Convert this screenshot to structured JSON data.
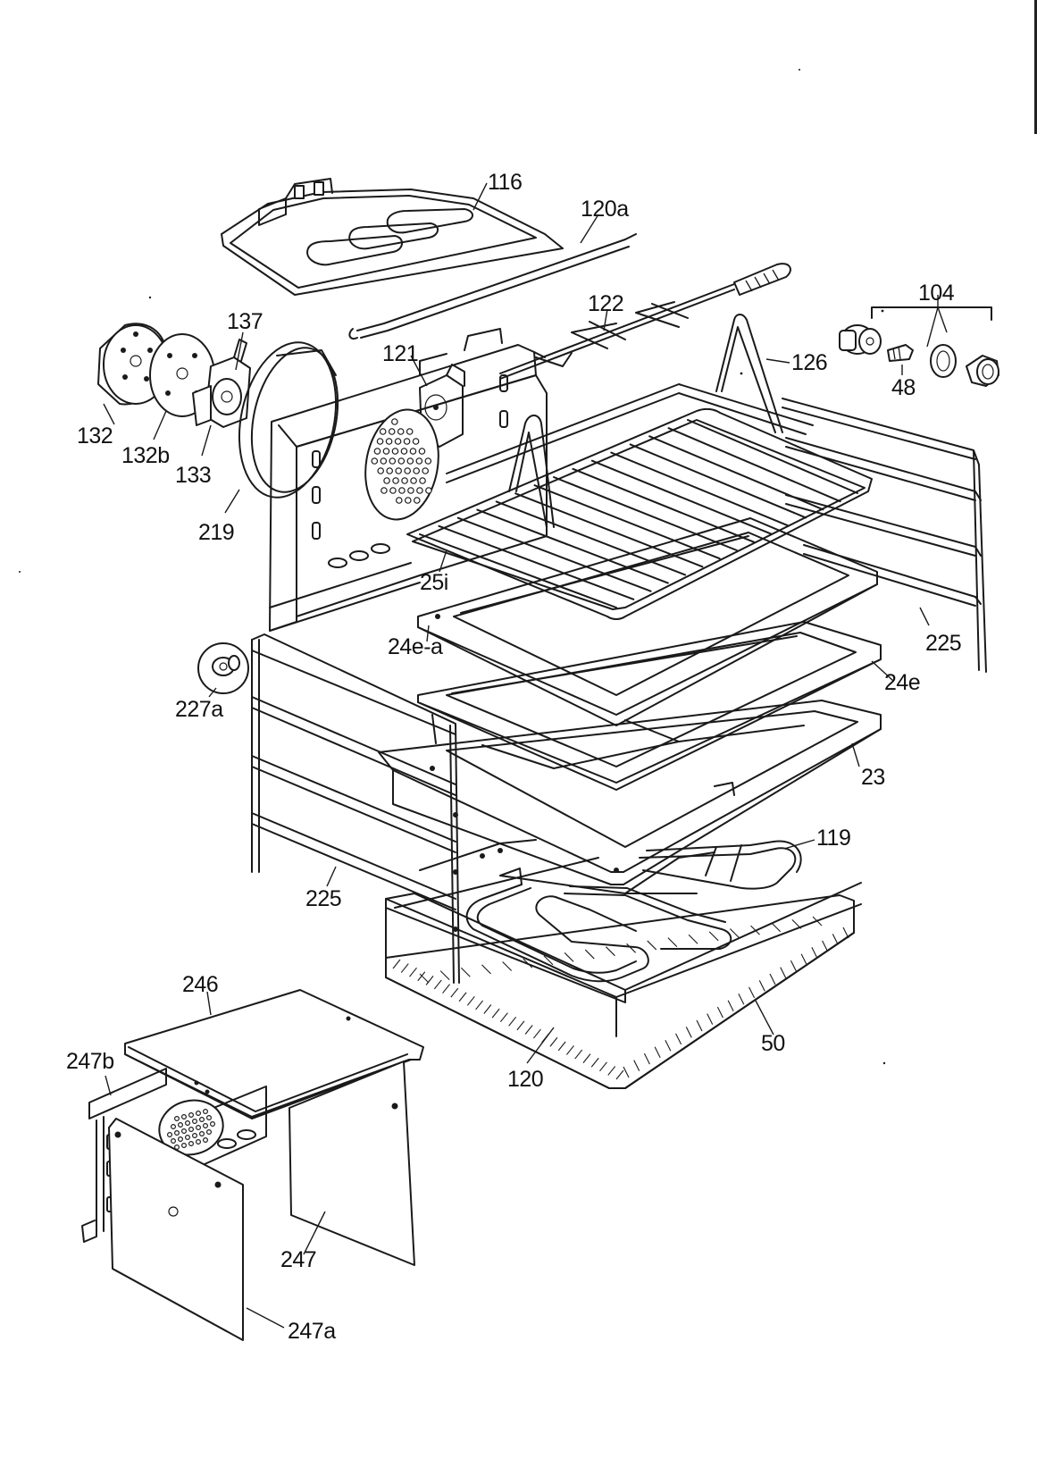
{
  "figure": {
    "type": "exploded parts diagram",
    "labels": {
      "l116": "116",
      "l120a": "120a",
      "l104": "104",
      "l137": "137",
      "l122": "122",
      "l121": "121",
      "l126": "126",
      "l48": "48",
      "l132": "132",
      "l132b": "132b",
      "l133": "133",
      "l219": "219",
      "l25i": "25i",
      "l24ea": "24e-a",
      "l225r": "225",
      "l227a": "227a",
      "l24e": "24e",
      "l23": "23",
      "l119": "119",
      "l225l": "225",
      "l246": "246",
      "l247b": "247b",
      "l50": "50",
      "l120": "120",
      "l247": "247",
      "l247a": "247a"
    }
  }
}
